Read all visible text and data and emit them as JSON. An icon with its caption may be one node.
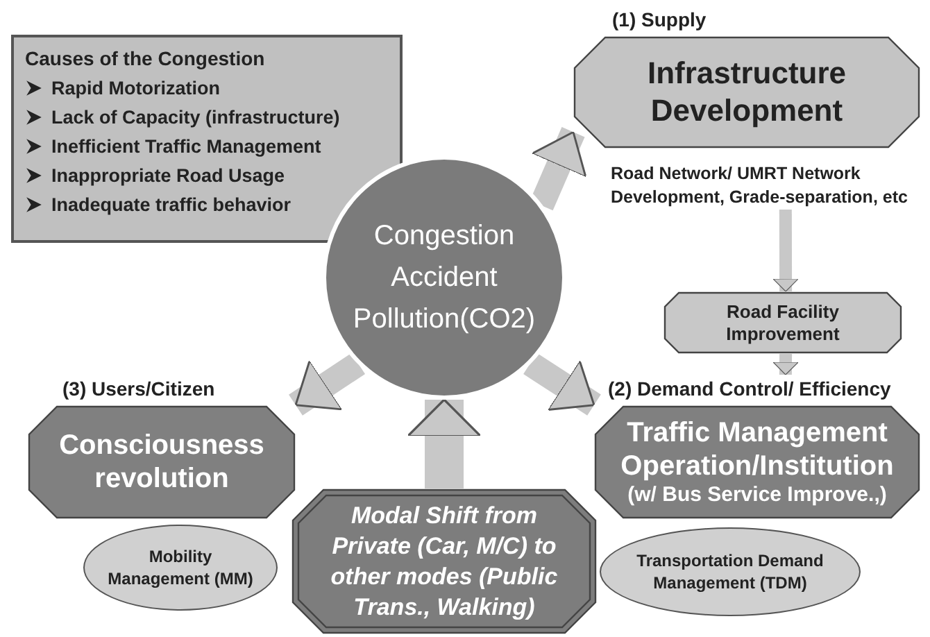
{
  "diagram": {
    "nodes": [
      {
        "text": [
          "Causes of the Congestion",
          "Rapid Motorization",
          "Lack of Capacity (infrastructure)",
          "Inefficient Traffic Management",
          "Inappropriate Road Usage",
          "Inadequate traffic behavior"
        ]
      },
      {
        "text": [
          "Congestion Accident Pollution(CO2)"
        ]
      },
      {
        "text": [
          "(1) Supply",
          "Infrastructure Development"
        ],
        "beside": [
          "Road Network/ UMRT Network Development, Grade-separation, etc"
        ]
      },
      {
        "text": [
          "Road Facility Improvement"
        ]
      },
      {
        "text": [
          "(2) Demand Control/ Efficiency",
          "Traffic Management Operation/Institution",
          "(w/ Bus Service Improve.,)"
        ]
      },
      {
        "text": [
          "Transportation Demand Management (TDM)"
        ]
      },
      {
        "text": [
          "(3) Users/Citizen",
          "Consciousness revolution"
        ]
      },
      {
        "text": [
          "Mobility Management (MM)"
        ]
      },
      {
        "text": [
          "Modal Shift from Private (Car, M/C) to other modes (Public Trans., Walking)"
        ]
      }
    ],
    "edges": [
      {
        "from": 1,
        "to": 2,
        "arrow": "to"
      },
      {
        "from": 1,
        "to": 6,
        "arrow": "to"
      },
      {
        "from": 1,
        "to": 4,
        "arrow": "to"
      },
      {
        "from": 8,
        "to": 1,
        "arrow": "to"
      },
      {
        "from": 2,
        "to": 3,
        "arrow": "to"
      },
      {
        "from": 3,
        "to": 4,
        "arrow": "to"
      }
    ]
  }
}
